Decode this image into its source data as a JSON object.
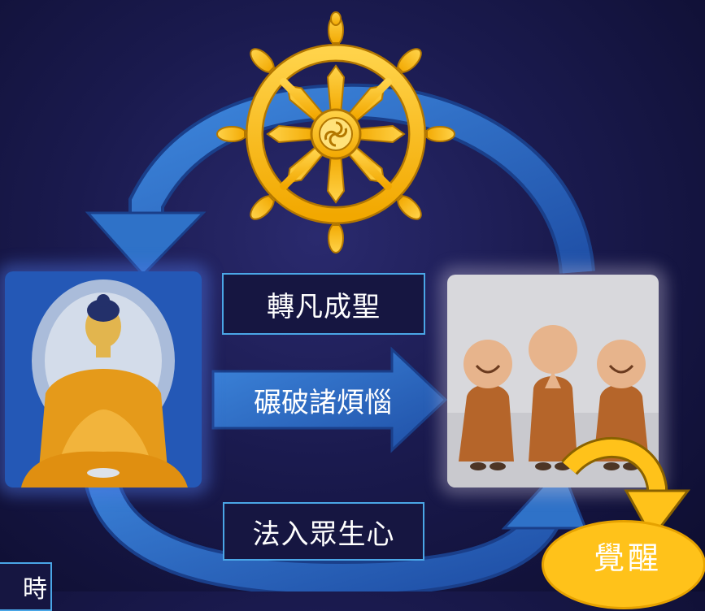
{
  "labels": {
    "top_box": "轉凡成聖",
    "middle_arrow": "碾破諸煩惱",
    "bottom_box": "法入眾生心",
    "awaken": "覺醒",
    "corner": "時"
  },
  "images": {
    "buddha": "seated-golden-buddha-statue",
    "monks": "three-little-monk-figurines",
    "wheel": "dharma-wheel-icon"
  },
  "colors": {
    "background": "#1a1a4e",
    "arrow_blue": "#2f72c8",
    "wheel_gold": "#ffc21a",
    "box_border": "#4aa6e6",
    "awaken_bubble": "#ffc21a"
  }
}
